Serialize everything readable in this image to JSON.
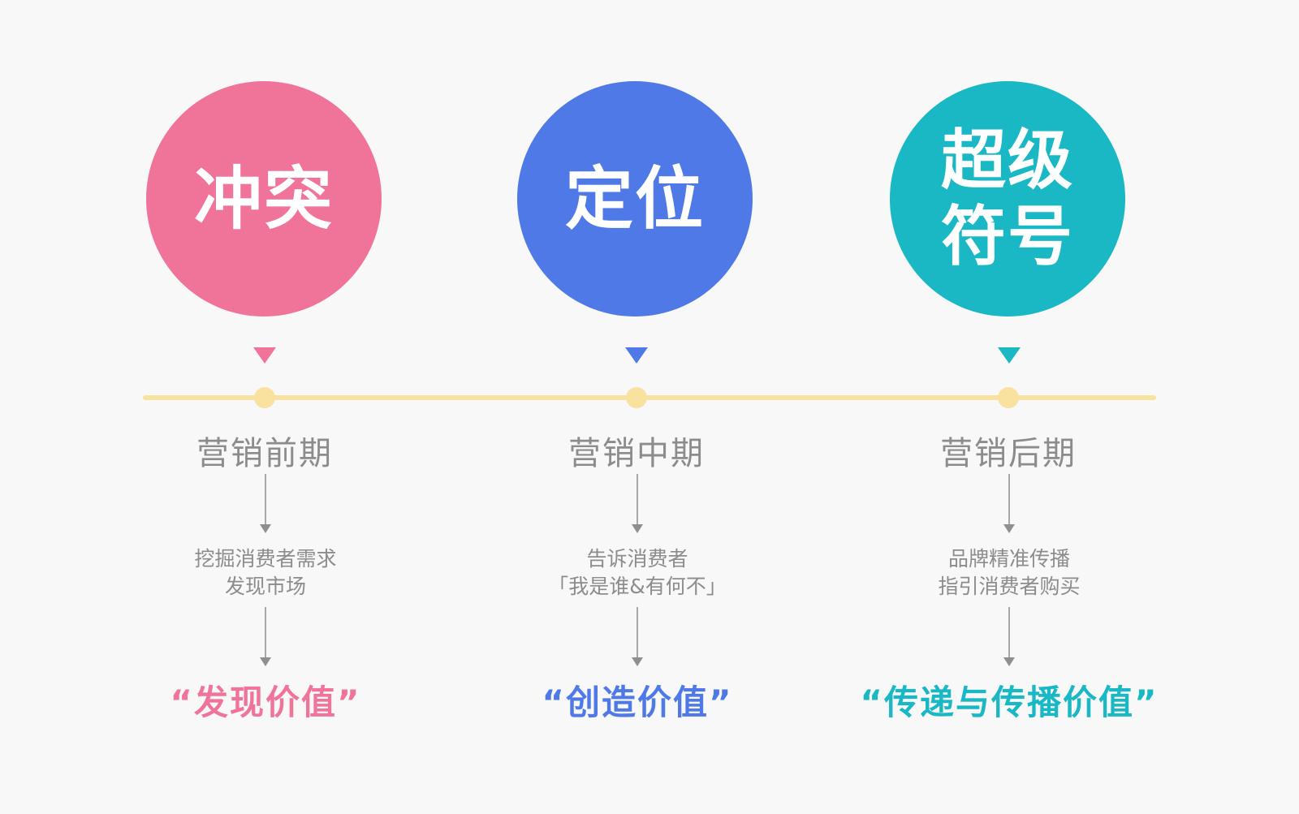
{
  "colors": {
    "background": "#f8f8f8",
    "timeline": "#f9e1a0",
    "gray_text": "#8c8c8c",
    "pink": "#f07499",
    "blue": "#4f79e6",
    "teal": "#1ab7c4"
  },
  "stages": [
    {
      "circle_label": "冲突",
      "color": "#f07499",
      "phase": "营销前期",
      "description_line1": "挖掘消费者需求",
      "description_line2": "发现市场",
      "value": "“发现价值”"
    },
    {
      "circle_label": "定位",
      "color": "#4f79e6",
      "phase": "营销中期",
      "description_line1": "告诉消费者",
      "description_line2": "「我是谁&有何不」",
      "value": "“创造价值”"
    },
    {
      "circle_label": "超级\n符号",
      "color": "#1ab7c4",
      "phase": "营销后期",
      "description_line1": "品牌精准传播",
      "description_line2": "指引消费者购买",
      "value": "“传递与传播价值”"
    }
  ]
}
